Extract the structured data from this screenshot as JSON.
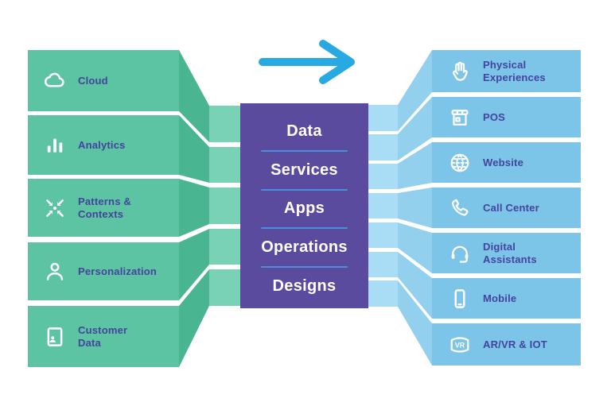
{
  "palette": {
    "green_main": "#5CC4A2",
    "green_fold": "#4AB691",
    "green_strip": "#7AD2B6",
    "blue_main": "#7CC5E8",
    "blue_fold": "#92D0EE",
    "blue_strip": "#A9DDF5",
    "purple": "#5A4B9E",
    "divider_blue": "#4A8FD9",
    "arrow_blue": "#29A9E1",
    "label_indigo": "#44439E",
    "icon_white": "#FFFFFF"
  },
  "arrow": {
    "icon": "arrow-right-icon",
    "color": "#29A9E1"
  },
  "left_column": {
    "items": [
      {
        "label": "Cloud",
        "icon": "cloud-icon"
      },
      {
        "label": "Analytics",
        "icon": "bar-chart-icon"
      },
      {
        "label": "Patterns &\nContexts",
        "icon": "converge-arrows-icon"
      },
      {
        "label": "Personalization",
        "icon": "person-icon"
      },
      {
        "label": "Customer\nData",
        "icon": "id-card-icon"
      }
    ]
  },
  "center_box": {
    "items": [
      {
        "label": "Data"
      },
      {
        "label": "Services"
      },
      {
        "label": "Apps"
      },
      {
        "label": "Operations"
      },
      {
        "label": "Designs"
      }
    ]
  },
  "right_column": {
    "items": [
      {
        "label": "Physical\nExperiences",
        "icon": "hand-icon"
      },
      {
        "label": "POS",
        "icon": "storefront-icon"
      },
      {
        "label": "Website",
        "icon": "globe-icon"
      },
      {
        "label": "Call Center",
        "icon": "phone-icon"
      },
      {
        "label": "Digital\nAssistants",
        "icon": "headset-icon"
      },
      {
        "label": "Mobile",
        "icon": "smartphone-icon"
      },
      {
        "label": "AR/VR & IOT",
        "icon": "vr-goggles-icon",
        "icon_text": "VR"
      }
    ]
  }
}
